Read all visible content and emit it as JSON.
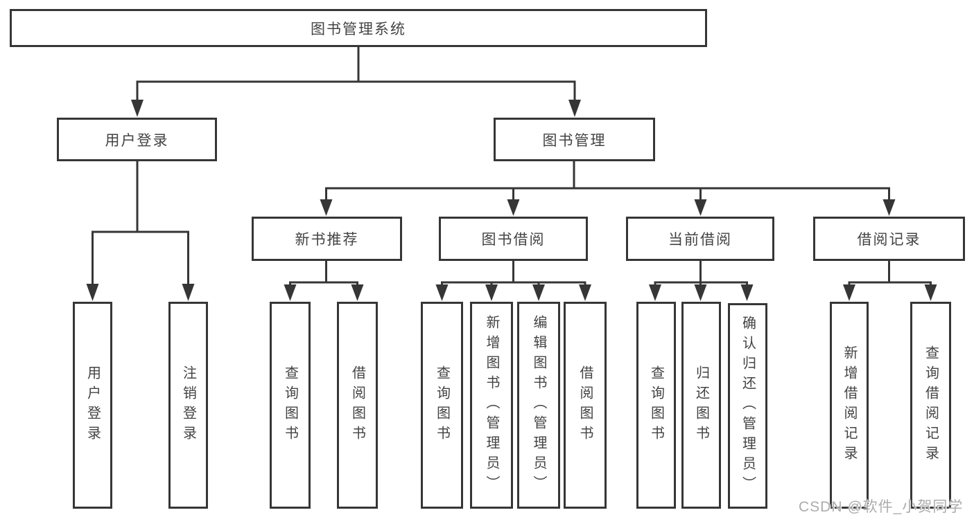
{
  "diagram": {
    "root": {
      "label": "图书管理系统",
      "children": [
        {
          "label": "用户登录",
          "children": [
            {
              "label": "用户登录"
            },
            {
              "label": "注销登录"
            }
          ]
        },
        {
          "label": "图书管理",
          "children": [
            {
              "label": "新书推荐",
              "children": [
                {
                  "label": "查询图书"
                },
                {
                  "label": "借阅图书"
                }
              ]
            },
            {
              "label": "图书借阅",
              "children": [
                {
                  "label": "查询图书"
                },
                {
                  "label": "新增图书（管理员）"
                },
                {
                  "label": "编辑图书（管理员）"
                },
                {
                  "label": "借阅图书"
                }
              ]
            },
            {
              "label": "当前借阅",
              "children": [
                {
                  "label": "查询图书"
                },
                {
                  "label": "归还图书"
                },
                {
                  "label": "确认归还（管理员）"
                }
              ]
            },
            {
              "label": "借阅记录",
              "children": [
                {
                  "label": "新增借阅记录"
                },
                {
                  "label": "查询借阅记录"
                }
              ]
            }
          ]
        }
      ]
    },
    "watermark": "CSDN @软件_小贺同学",
    "colors": {
      "line": "#363636",
      "text": "#434343",
      "watermark": "#acacac",
      "background": "#ffffff"
    }
  }
}
